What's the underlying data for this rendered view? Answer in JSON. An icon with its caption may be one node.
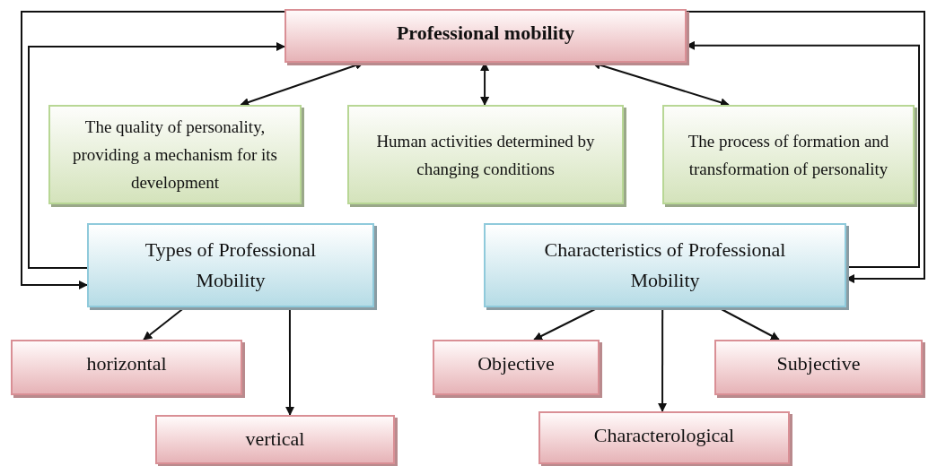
{
  "diagram": {
    "nodes": [
      {
        "text": [
          "Professional mobility"
        ]
      },
      {
        "text": [
          "The quality of personality, providing a mechanism for its development"
        ]
      },
      {
        "text": [
          "Human activities determined by changing conditions"
        ]
      },
      {
        "text": [
          "The process of formation and transformation of personality"
        ]
      },
      {
        "text": [
          "Types of Professional Mobility"
        ]
      },
      {
        "text": [
          "Characteristics of Professional Mobility"
        ]
      },
      {
        "text": [
          "horizontal"
        ]
      },
      {
        "text": [
          "vertical"
        ]
      },
      {
        "text": [
          "Objective"
        ]
      },
      {
        "text": [
          "Characterological"
        ]
      },
      {
        "text": [
          "Subjective"
        ]
      }
    ],
    "edges": [
      {
        "from": 0,
        "to": 4,
        "arrow": "to"
      },
      {
        "from": 4,
        "to": 0,
        "arrow": "to"
      },
      {
        "from": 0,
        "to": 5,
        "arrow": "to"
      },
      {
        "from": 5,
        "to": 0,
        "arrow": "to"
      },
      {
        "from": 0,
        "to": 1,
        "arrow": "both"
      },
      {
        "from": 0,
        "to": 2,
        "arrow": "both"
      },
      {
        "from": 0,
        "to": 3,
        "arrow": "both"
      },
      {
        "from": 4,
        "to": 6,
        "arrow": "to"
      },
      {
        "from": 4,
        "to": 7,
        "arrow": "to"
      },
      {
        "from": 5,
        "to": 8,
        "arrow": "to"
      },
      {
        "from": 5,
        "to": 9,
        "arrow": "to"
      },
      {
        "from": 5,
        "to": 10,
        "arrow": "to"
      }
    ]
  }
}
